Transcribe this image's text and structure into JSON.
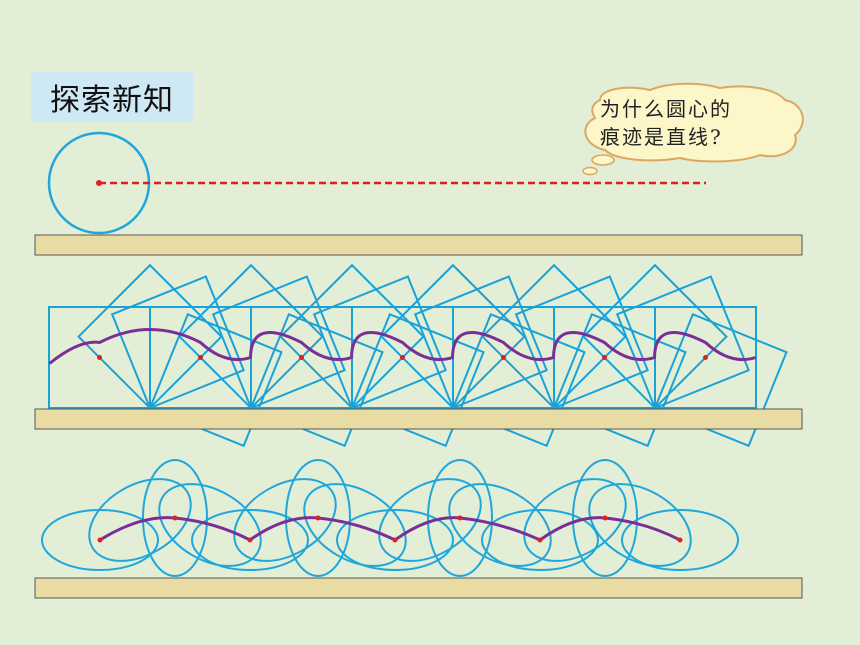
{
  "title": "探索新知",
  "bubble": {
    "line1": "为什么圆心的",
    "line2": "痕迹是直线?"
  },
  "colors": {
    "background": "#e3eed6",
    "title_bg": "#cfe8f6",
    "shape_stroke": "#1fa7dc",
    "square_stroke": "#1aa2d8",
    "center_dot": "#e02020",
    "dashed_line": "#e02020",
    "track_path": "#7a2f98",
    "ground_fill": "#e8dca4",
    "ground_stroke": "#555555",
    "bubble_fill": "#fdf6c8",
    "bubble_stroke": "#d9a862"
  }
}
